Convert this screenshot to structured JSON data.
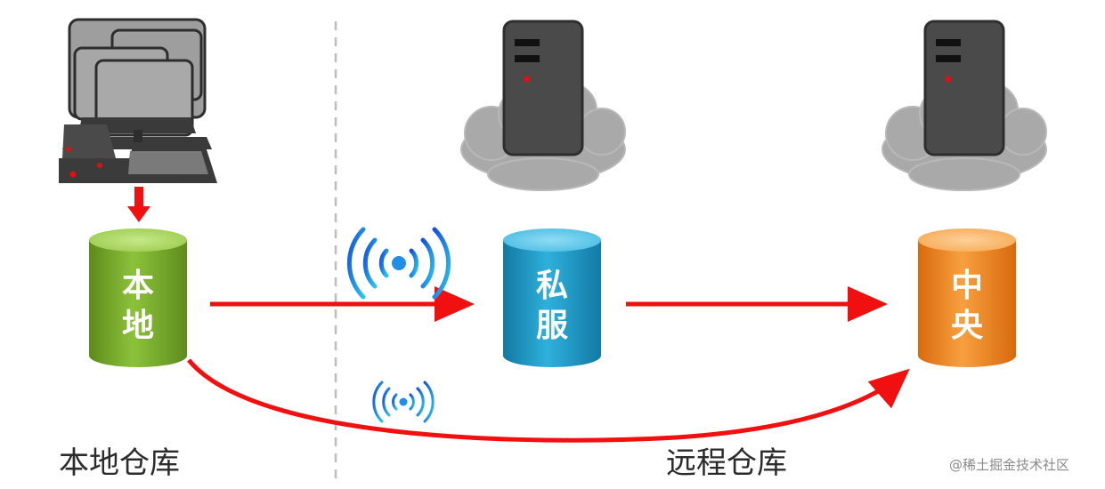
{
  "repos": {
    "local": {
      "char1": "本",
      "char2": "地"
    },
    "private": {
      "char1": "私",
      "char2": "服"
    },
    "central": {
      "char1": "中",
      "char2": "央"
    }
  },
  "captions": {
    "local": "本地仓库",
    "remote": "远程仓库"
  },
  "watermark": "@稀土掘金技术社区",
  "colors": {
    "arrow": "#f01010",
    "local_repo": "#7fb02e",
    "private_repo": "#1e97c3",
    "central_repo": "#f08a1e",
    "server": "#4a4a4a",
    "cloud": "#a9a9a9",
    "divider": "#bdbdbd",
    "wireless": "#1a6fe0"
  },
  "icons": [
    "computers-icon",
    "server-icon",
    "cloud-icon",
    "wireless-signal-icon"
  ]
}
